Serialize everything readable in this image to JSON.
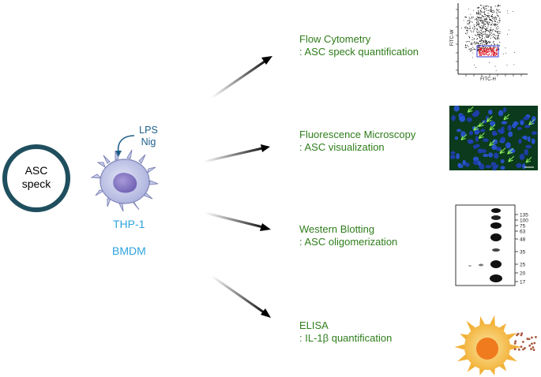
{
  "asc": {
    "line1": "ASC",
    "line2": "speck"
  },
  "stimulus": {
    "line1": "LPS",
    "line2": "Nig"
  },
  "cells": {
    "line1": "THP-1",
    "line2": "BMDM"
  },
  "methods": [
    {
      "title": "Flow Cytometry",
      "subtitle": ": ASC speck quantification"
    },
    {
      "title": "Fluorescence Microscopy",
      "subtitle": ": ASC visualization"
    },
    {
      "title": "Western Blotting",
      "subtitle": ": ASC oligomerization"
    },
    {
      "title": "ELISA",
      "subtitle": ": IL-1β quantification"
    }
  ],
  "flow_plot": {
    "y_axis": "FITC-W",
    "x_axis": "FITC-H"
  },
  "blot_markers": [
    "135",
    "100",
    "75",
    "63",
    "48",
    "35",
    "25",
    "20",
    "17"
  ],
  "colors": {
    "method_text": "#2f7d1b",
    "cell_text": "#2ea3dd",
    "stim_text": "#1d5f8a",
    "circle": "#1f4f5f"
  }
}
